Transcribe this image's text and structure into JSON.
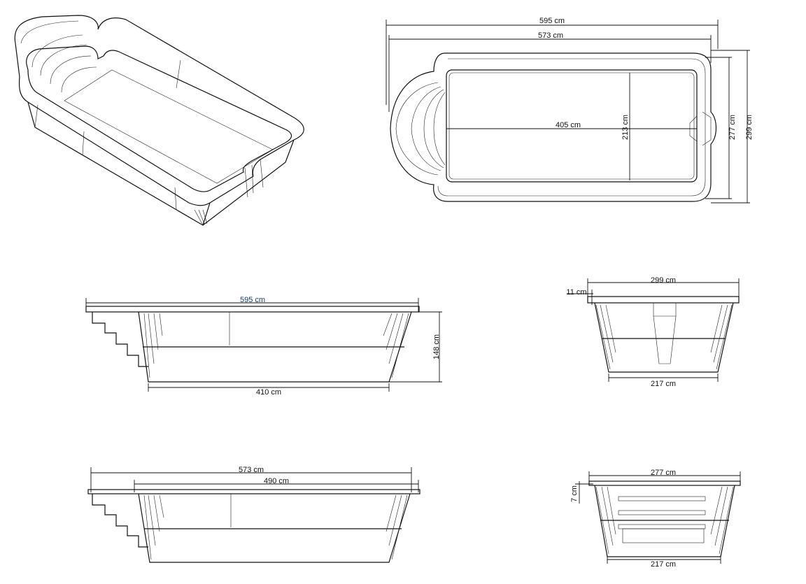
{
  "dimensions": {
    "top_view": {
      "outer_length": "595 cm",
      "inner_length": "573 cm",
      "basin_length": "405 cm",
      "basin_width": "213 cm",
      "inner_width": "277 cm",
      "outer_width": "299 cm"
    },
    "side_view": {
      "top_length": "595 cm",
      "bottom_length": "410 cm",
      "depth": "148 cm"
    },
    "end_view_a": {
      "top_width": "299 cm",
      "rim": "11 cm",
      "bottom_width": "217 cm"
    },
    "section_view": {
      "inner_length": "573 cm",
      "basin_length": "490 cm"
    },
    "end_view_b": {
      "top_width": "277 cm",
      "rim": "7 cm",
      "bottom_width": "217 cm"
    }
  }
}
